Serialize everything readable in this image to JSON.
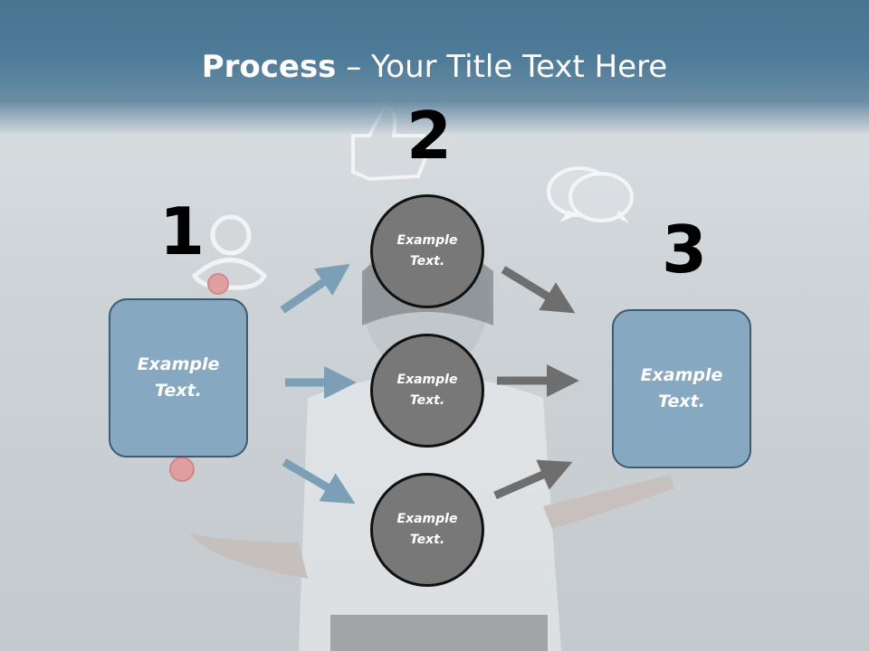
{
  "title": {
    "bold": "Process",
    "rest": " – Your Title Text Here"
  },
  "steps": [
    {
      "number": "1",
      "text": "Example Text."
    },
    {
      "number": "2",
      "text": "Example Text."
    },
    {
      "number": "3",
      "text": "Example Text."
    }
  ],
  "circles": [
    {
      "text": "Example Text."
    },
    {
      "text": "Example Text."
    },
    {
      "text": "Example Text."
    }
  ],
  "colors": {
    "header": "#4f7c99",
    "box_fill": "#86a9c1",
    "box_border": "#3d5a70",
    "circle_fill": "#787878",
    "arrow_blue": "#7c9fb8",
    "arrow_gray": "#6e6e6e"
  },
  "icons": [
    "person-icon",
    "thumbs-up-icon",
    "chat-bubbles-icon",
    "presenter-photo"
  ]
}
